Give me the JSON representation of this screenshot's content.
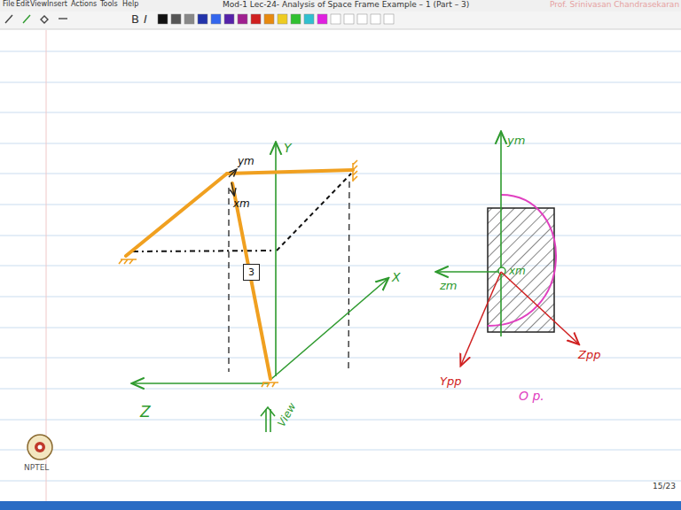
{
  "diagram": {
    "title": "Mod-1 Lec-24- Analysis of Space Frame Example – 1 (Part – 3)",
    "nodes": [
      {
        "text": [
          "3"
        ]
      }
    ],
    "labels": [
      "File",
      "Edit",
      "View",
      "Insert",
      "Actions",
      "Tools",
      "Help",
      "B",
      "I",
      "Prof. Srinivasan Chandrasekaran",
      "ym",
      "xm",
      "Y",
      "X",
      "Z",
      "View",
      "ym",
      "zm",
      "xm",
      "Ypp",
      "Zpp",
      "O p.",
      "NPTEL",
      "15/23"
    ]
  }
}
